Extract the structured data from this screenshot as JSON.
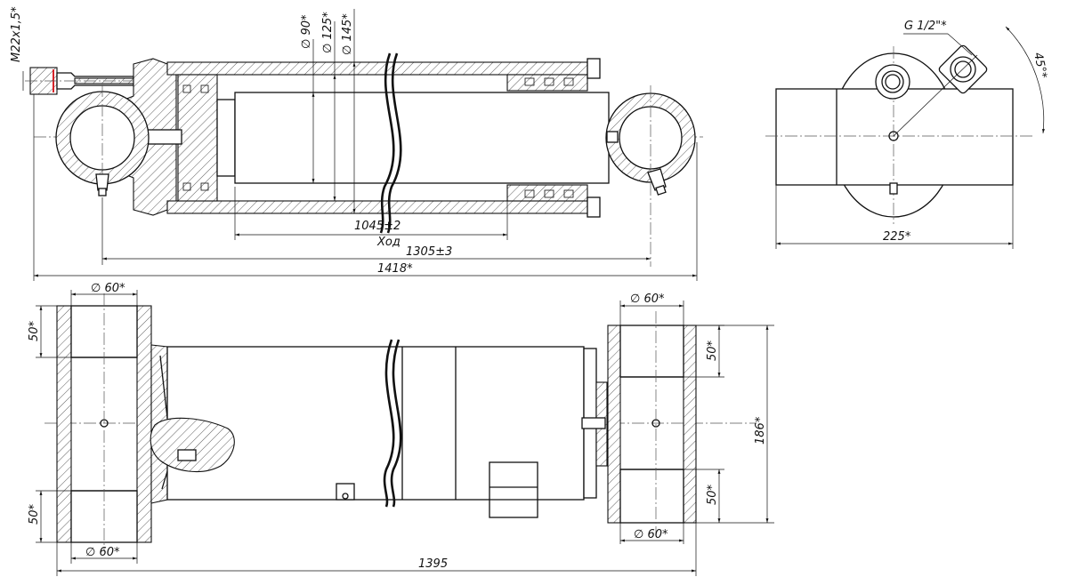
{
  "dimensions": {
    "thread": "M22x1,5*",
    "dia_rod": "∅ 90*",
    "dia_bore": "∅ 125*",
    "dia_tube": "∅ 145*",
    "stroke_value": "1045±2",
    "stroke_label": "Ход",
    "pin_to_pin": "1305±3",
    "overall_length": "1418*",
    "port_thread": "G 1/2\"*",
    "angle": "45°*",
    "side_width": "225*",
    "top_left_dia": "∅ 60*",
    "top_right_dia": "∅ 60*",
    "bottom_left_dia": "∅ 60*",
    "bottom_right_dia": "∅ 60*",
    "left_upper_width": "50*",
    "left_lower_width": "50*",
    "right_upper_width": "50*",
    "right_lower_width": "50*",
    "trunnion_span": "186*",
    "plan_length": "1395"
  },
  "colors": {
    "line": "#111111",
    "background": "#ffffff",
    "highlight": "#d9242a"
  }
}
